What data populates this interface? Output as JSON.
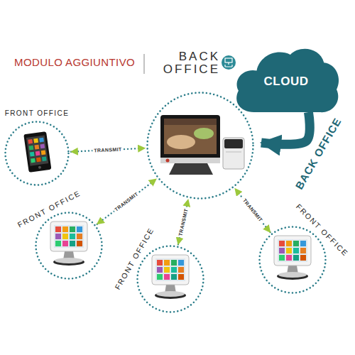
{
  "diagram": {
    "title": "MODULO AGGIUNTIVO",
    "nodes": [
      {
        "text": [
          "CLOUD"
        ]
      },
      {
        "text": []
      },
      {
        "text": [
          "FRONT OFFICE"
        ]
      },
      {
        "text": [
          "FRONT OFFICE"
        ]
      },
      {
        "text": [
          "FRONT OFFICE"
        ]
      },
      {
        "text": [
          "FRONT OFFICE"
        ]
      }
    ],
    "edges": [
      {
        "from": 0,
        "to": 1,
        "arrow": "to",
        "label": "BACK OFFICE"
      },
      {
        "from": 2,
        "to": 1,
        "arrow": "both",
        "label": "TRANSMIT"
      },
      {
        "from": 3,
        "to": 1,
        "arrow": "both",
        "label": "TRANSMIT"
      },
      {
        "from": 4,
        "to": 1,
        "arrow": "both",
        "label": "TRANSMIT"
      },
      {
        "from": 5,
        "to": 1,
        "arrow": "both",
        "label": "TRANSMIT"
      }
    ],
    "labels": [
      "BACK OFFICE"
    ]
  }
}
